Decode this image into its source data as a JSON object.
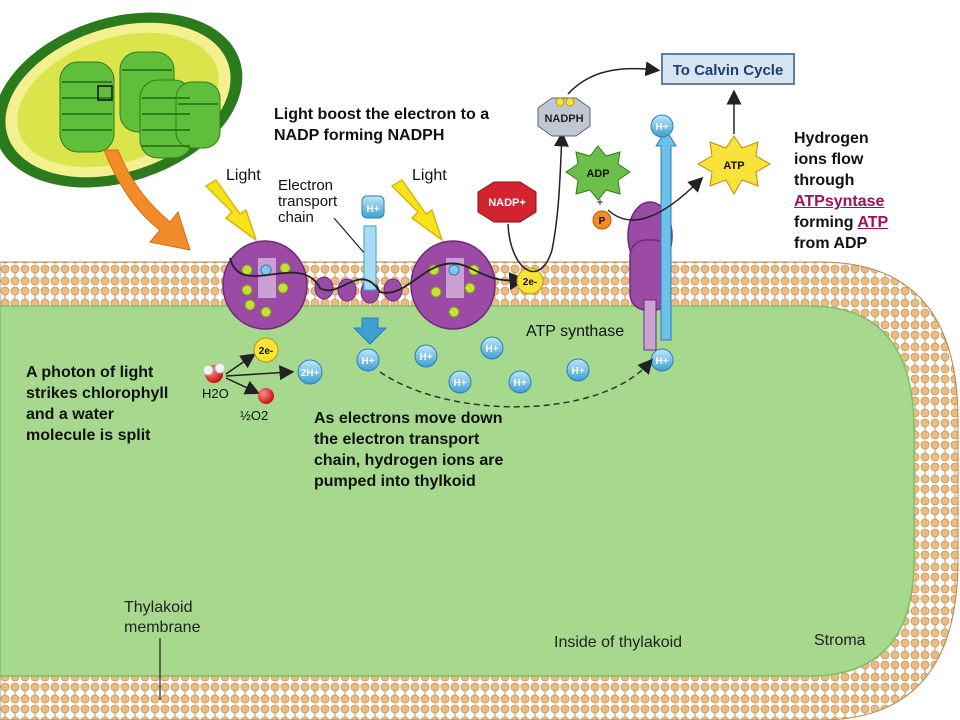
{
  "diagram": {
    "light_left": "Light",
    "light_right": "Light",
    "etc_label_1": "Electron",
    "etc_label_2": "transport",
    "etc_label_3": "chain",
    "h_plus": "H+",
    "two_h_plus": "2H+",
    "two_e": "2e-",
    "water": "H2O",
    "oxygen": "½O2",
    "nadp_plus": "NADP+",
    "nadph": "NADPH",
    "adp": "ADP",
    "plus": "+",
    "phosphate": "P",
    "atp": "ATP",
    "calvin_cycle": "To Calvin Cycle",
    "atp_synthase": "ATP synthase",
    "thylakoid_membrane_1": "Thylakoid",
    "thylakoid_membrane_2": "membrane",
    "inside_thylakoid": "Inside of thylakoid",
    "stroma": "Stroma"
  },
  "annotations": {
    "light_boost": [
      "Light boost the electron to a",
      "NADP forming NADPH"
    ],
    "hydrogen_flow": {
      "line1": "Hydrogen",
      "line2": "ions flow",
      "line3": "through",
      "link1": "ATPsyntase",
      "line5_prefix": "forming ",
      "link2": "ATP",
      "line6": "from ADP"
    },
    "photon": [
      "A photon of light",
      "strikes chlorophyll",
      "and a water",
      "molecule is split"
    ],
    "electrons": [
      "As electrons move down",
      "the electron transport",
      "chain, hydrogen ions are",
      "pumped into thylkoid"
    ]
  },
  "colors": {
    "thylakoid_fill": "#a6d98e",
    "membrane_head": "#e9c08a",
    "protein_purple": "#9b4aa6",
    "h_ion_blue": "#5fb8e3",
    "arrow_yellow": "#f7e21b",
    "arrow_orange": "#f28c28",
    "nadp_red": "#d3232e",
    "adp_green": "#6cc04a",
    "atp_yellow": "#f9e23a"
  }
}
